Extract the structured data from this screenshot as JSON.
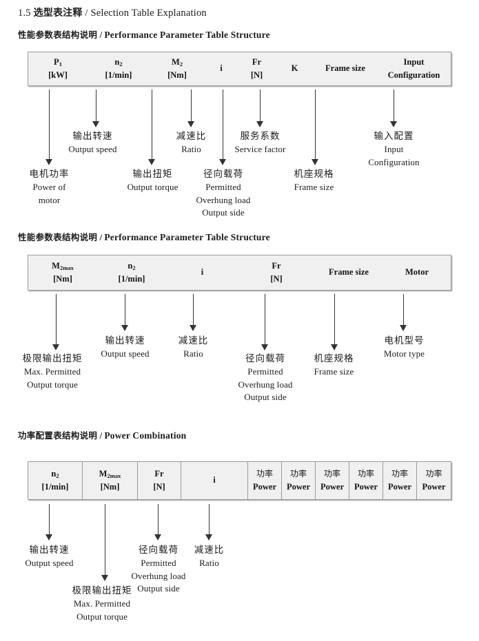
{
  "document": {
    "title_number": "1.5",
    "title_cn": "选型表注释",
    "title_sep": "/",
    "title_en": "Selection Table Explanation"
  },
  "sections": [
    {
      "heading_cn": "性能参数表结构说明",
      "heading_sep": "/",
      "heading_en": "Performance Parameter Table Structure",
      "table": {
        "dividers": false,
        "columns": [
          {
            "line1": "P",
            "sub1": "1",
            "line2": "[kW]"
          },
          {
            "line1": "n",
            "sub1": "2",
            "line2": "[1/min]"
          },
          {
            "line1": "M",
            "sub1": "2",
            "line2": "[Nm]"
          },
          {
            "single": "i"
          },
          {
            "line1": "Fr",
            "line2": "[N]"
          },
          {
            "single": "K"
          },
          {
            "single": "Frame size"
          },
          {
            "line1": "Input",
            "line2": "Configuration"
          }
        ]
      },
      "annotations": [
        {
          "cn": "电机功率",
          "en": [
            "Power of",
            "motor"
          ]
        },
        {
          "cn": "输出转速",
          "en": [
            "Output speed"
          ]
        },
        {
          "cn": "输出扭矩",
          "en": [
            "Output torque"
          ]
        },
        {
          "cn": "减速比",
          "en": [
            "Ratio"
          ]
        },
        {
          "cn": "径向载荷",
          "en": [
            "Permitted",
            "Overhung load",
            "Output side"
          ]
        },
        {
          "cn": "服务系数",
          "en": [
            "Service factor"
          ]
        },
        {
          "cn": "机座规格",
          "en": [
            "Frame size"
          ]
        },
        {
          "cn": "输入配置",
          "en": [
            "Input",
            "Configuration"
          ]
        }
      ]
    },
    {
      "heading_cn": "性能参数表结构说明",
      "heading_sep": "/",
      "heading_en": "Performance Parameter Table Structure",
      "table": {
        "dividers": false,
        "columns": [
          {
            "line1": "M",
            "sub1": "2max",
            "line2": "[Nm]"
          },
          {
            "line1": "n",
            "sub1": "2",
            "line2": "[1/min]"
          },
          {
            "single": "i"
          },
          {
            "line1": "Fr",
            "line2": "[N]"
          },
          {
            "single": "Frame size"
          },
          {
            "single": "Motor"
          }
        ]
      },
      "annotations": [
        {
          "cn": "极限输出扭矩",
          "en": [
            "Max. Permitted",
            "Output  torque"
          ]
        },
        {
          "cn": "输出转速",
          "en": [
            "Output speed"
          ]
        },
        {
          "cn": "减速比",
          "en": [
            "Ratio"
          ]
        },
        {
          "cn": "径向载荷",
          "en": [
            "Permitted",
            "Overhung load",
            "Output side"
          ]
        },
        {
          "cn": "机座规格",
          "en": [
            "Frame size"
          ]
        },
        {
          "cn": "电机型号",
          "en": [
            "Motor type"
          ]
        }
      ]
    },
    {
      "heading_cn": "功率配置表结构说明",
      "heading_sep": "/",
      "heading_en": "Power Combination",
      "table": {
        "dividers": true,
        "columns": [
          {
            "line1": "n",
            "sub1": "2",
            "line2": "[1/min]"
          },
          {
            "line1": "M",
            "sub1": "2max",
            "line2": "[Nm]"
          },
          {
            "line1": "Fr",
            "line2": "[N]"
          },
          {
            "single": "i"
          },
          {
            "line1_cn": "功率",
            "line2": "Power"
          },
          {
            "line1_cn": "功率",
            "line2": "Power"
          },
          {
            "line1_cn": "功率",
            "line2": "Power"
          },
          {
            "line1_cn": "功率",
            "line2": "Power"
          },
          {
            "line1_cn": "功率",
            "line2": "Power"
          },
          {
            "line1_cn": "功率",
            "line2": "Power"
          }
        ]
      },
      "annotations": [
        {
          "cn": "输出转速",
          "en": [
            "Output speed"
          ]
        },
        {
          "cn": "极限输出扭矩",
          "en": [
            "Max. Permitted",
            "Output  torque"
          ]
        },
        {
          "cn": "径向载荷",
          "en": [
            "Permitted",
            "Overhung load",
            "Output side"
          ]
        },
        {
          "cn": "减速比",
          "en": [
            "Ratio"
          ]
        }
      ]
    }
  ],
  "colors": {
    "table_fill": "#f0f0f0",
    "table_border": "#9a9a9a",
    "arrow": "#333333",
    "text": "#1b1b1b"
  }
}
